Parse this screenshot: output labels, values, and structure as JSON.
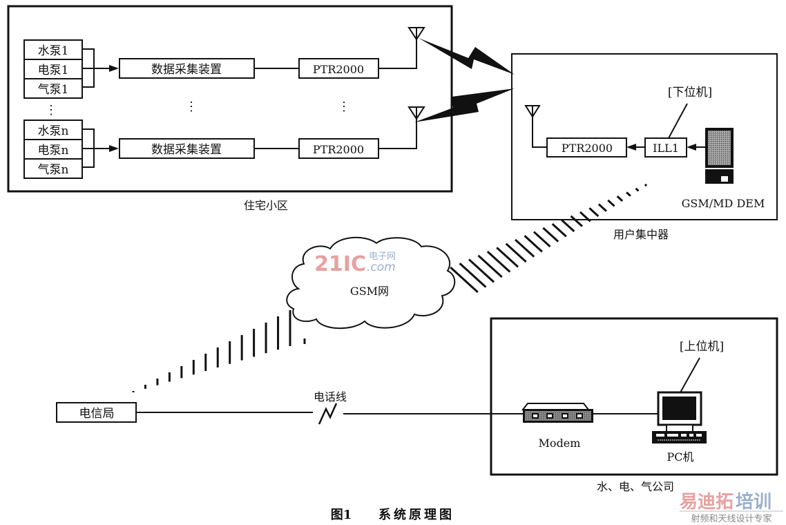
{
  "residential": {
    "label": "住宅小区",
    "group1": {
      "pumps": [
        "水泵1",
        "电泵1",
        "气泵1"
      ],
      "collector": "数据采集装置",
      "radio": "PTR2000"
    },
    "groupN": {
      "pumps": [
        "水泵n",
        "电泵n",
        "气泵n"
      ],
      "collector": "数据采集装置",
      "radio": "PTR2000"
    },
    "ellipsis": "⋮"
  },
  "concentrator": {
    "label": "用户集中器",
    "radio": "PTR2000",
    "mcu": "ILL1",
    "lower_machine": "[下位机]",
    "gsm_modem": "GSM/MD DEM"
  },
  "network": {
    "cloud_label": "GSM网",
    "watermark": {
      "main": "21IC",
      "sub_top": "电子网",
      "sub_bottom": ".com"
    }
  },
  "telecom": {
    "label": "电信局",
    "line_label": "电话线"
  },
  "utility": {
    "label": "水、电、气公司",
    "modem": "Modem",
    "pc": "PC机",
    "upper_machine": "[上位机]"
  },
  "caption": {
    "figure": "图1",
    "title": "系统原理图"
  },
  "corner_watermark": {
    "line1_red": "易迪拓",
    "line1_blue": "培训",
    "line2": "射频和天线设计专家"
  },
  "colors": {
    "ink": "#111111",
    "watermark_red": "#e8a0a0",
    "watermark_blue": "#9bb0cc",
    "watermark_gray": "#888888"
  }
}
